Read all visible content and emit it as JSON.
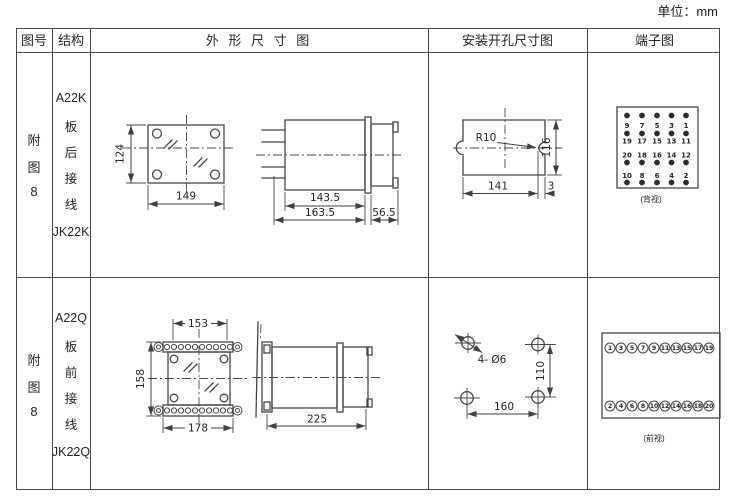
{
  "unit_label": "单位：mm",
  "header": {
    "fig_no": "图号",
    "structure": "结构",
    "outline": "外 形 尺 寸 图",
    "mounting": "安装开孔尺寸图",
    "terminal": "端子图"
  },
  "rows": [
    {
      "fig_no": [
        "附",
        "图",
        "8"
      ],
      "structure": [
        "A22K",
        "板",
        "后",
        "接",
        "线",
        "JK22K"
      ],
      "outline": {
        "front_height": "124",
        "front_width": "149",
        "body_depth": "143.5",
        "total_depth": "163.5",
        "rear_depth": "56.5"
      },
      "mounting": {
        "notch_radius": "R10",
        "cutout_height": "116",
        "cutout_width": "141",
        "edge_gap": "3"
      },
      "terminal": {
        "caption": "(背视)",
        "dot_rows": [
          {
            "labels": [
              "9",
              "7",
              "5",
              "3",
              "1"
            ]
          },
          {
            "labels": [
              "19",
              "17",
              "15",
              "13",
              "11"
            ]
          },
          {
            "labels": [
              "20",
              "18",
              "16",
              "14",
              "12"
            ]
          },
          {
            "labels": [
              "10",
              "8",
              "6",
              "4",
              "2"
            ]
          }
        ]
      }
    },
    {
      "fig_no": [
        "附",
        "图",
        "8"
      ],
      "structure": [
        "A22Q",
        "板",
        "前",
        "接",
        "线",
        "JK22Q"
      ],
      "outline": {
        "inner_width": "153",
        "front_height": "158",
        "front_width": "178",
        "total_depth": "225"
      },
      "mounting": {
        "holes_label": "4- Ø6",
        "v_spacing": "110",
        "h_spacing": "160"
      },
      "terminal": {
        "caption": "(前视)",
        "top_row": [
          "1",
          "3",
          "5",
          "7",
          "9",
          "11",
          "13",
          "15",
          "17",
          "19"
        ],
        "bottom_row": [
          "2",
          "4",
          "6",
          "8",
          "10",
          "12",
          "14",
          "16",
          "18",
          "20"
        ]
      }
    }
  ],
  "colors": {
    "line": "#46464b",
    "text": "#23232b",
    "background": "#ffffff"
  }
}
